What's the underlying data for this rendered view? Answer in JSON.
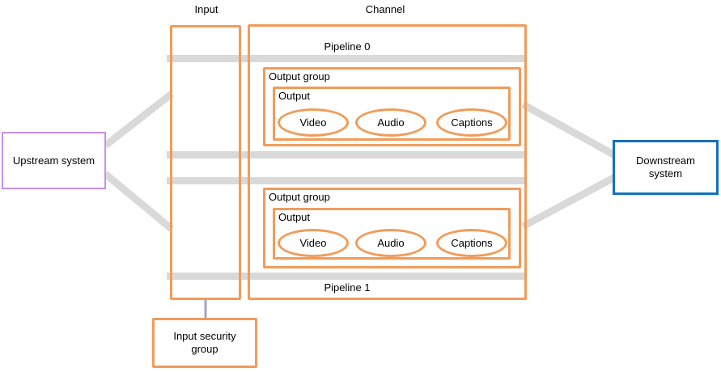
{
  "colors": {
    "orange": "#F09C5B",
    "purple": "#C98FF1",
    "blue": "#1272BB",
    "connector-gray": "#D9D9D9",
    "connector-lavender": "#ABA0C8",
    "text": "#000000",
    "background": "#FFFFFF"
  },
  "external": {
    "upstream_label": "Upstream system",
    "downstream_label": "Downstream system"
  },
  "input": {
    "label": "Input",
    "security_group_label": "Input security group"
  },
  "channel": {
    "label": "Channel",
    "pipelines": [
      {
        "label": "Pipeline 0",
        "output_group": {
          "label": "Output group",
          "output": {
            "label": "Output",
            "media": [
              "Video",
              "Audio",
              "Captions"
            ]
          }
        }
      },
      {
        "label": "Pipeline 1",
        "output_group": {
          "label": "Output group",
          "output": {
            "label": "Output",
            "media": [
              "Video",
              "Audio",
              "Captions"
            ]
          }
        }
      }
    ]
  }
}
